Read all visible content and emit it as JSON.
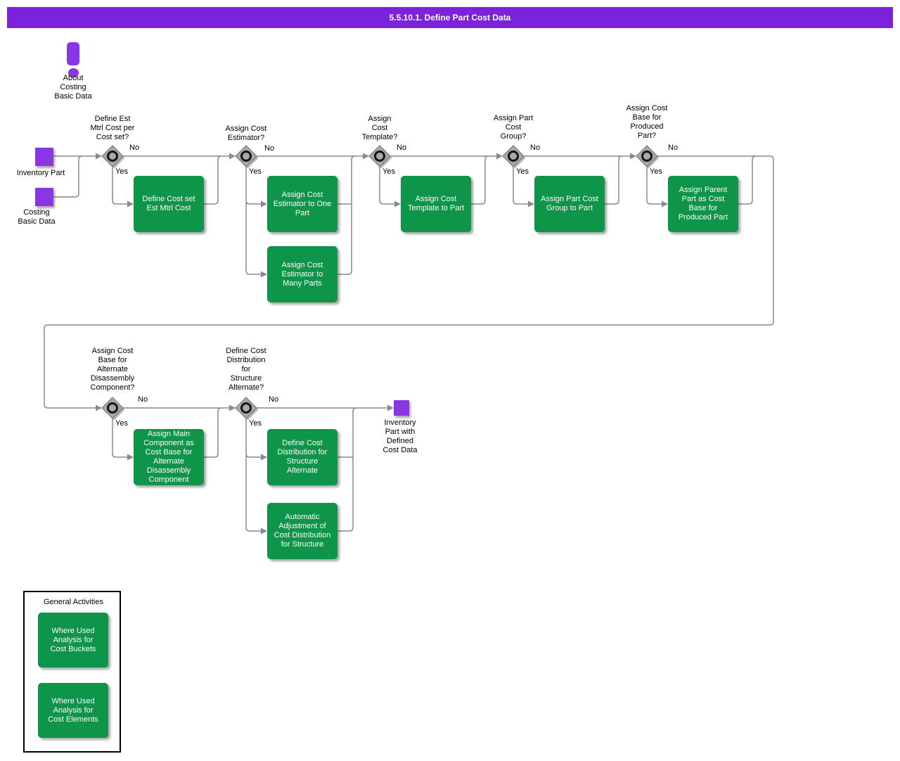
{
  "title_bar": {
    "title": "5.5.10.1. Define Part Cost Data"
  },
  "colors": {
    "banner": "#7C22D8",
    "activity_green": "#0F9549",
    "node_purple": "#8A36E2",
    "line_gray": "#8A8A8A"
  },
  "about": {
    "label": "About\nCosting\nBasic Data"
  },
  "start_nodes": {
    "inventory_part": {
      "label": "Inventory Part"
    },
    "costing_basic_data": {
      "label": "Costing\nBasic Data"
    }
  },
  "end_node": {
    "label": "Inventory\nPart with\nDefined\nCost Data"
  },
  "decisions": [
    {
      "question": "Define Est\nMtrl Cost per\nCost set?",
      "no_label": "No",
      "yes_label": "Yes"
    },
    {
      "question": "Assign Cost\nEstimator?",
      "no_label": "No",
      "yes_label": "Yes"
    },
    {
      "question": "Assign\nCost\nTemplate?",
      "no_label": "No",
      "yes_label": "Yes"
    },
    {
      "question": "Assign Part\nCost\nGroup?",
      "no_label": "No",
      "yes_label": "Yes"
    },
    {
      "question": "Assign Cost\nBase for\nProduced\nPart?",
      "no_label": "No",
      "yes_label": "Yes"
    },
    {
      "question": "Assign Cost\nBase for\nAlternate\nDisassembly\nComponent?",
      "no_label": "No",
      "yes_label": "Yes"
    },
    {
      "question": "Define Cost\nDistribution\nfor\nStructure\nAlternate?",
      "no_label": "No",
      "yes_label": "Yes"
    }
  ],
  "activities": [
    {
      "label": "Define Cost set\nEst Mtrl Cost"
    },
    {
      "label": "Assign Cost\nEstimator to One\nPart"
    },
    {
      "label": "Assign Cost\nEstimator to\nMany Parts"
    },
    {
      "label": "Assign Cost\nTemplate to Part"
    },
    {
      "label": "Assign Part Cost\nGroup to Part"
    },
    {
      "label": "Assign Parent\nPart as Cost\nBase for\nProduced Part"
    },
    {
      "label": "Assign Main\nComponent as\nCost Base for\nAlternate\nDisassembly\nComponent"
    },
    {
      "label": "Define Cost\nDistribution for\nStructure\nAlternate"
    },
    {
      "label": "Automatic\nAdjustment of\nCost Distribution\nfor Structure"
    }
  ],
  "general_activities": {
    "title": "General Activities",
    "items": [
      {
        "label": "Where Used\nAnalysis for\nCost Buckets"
      },
      {
        "label": "Where Used\nAnalysis for\nCost Elements"
      }
    ]
  }
}
